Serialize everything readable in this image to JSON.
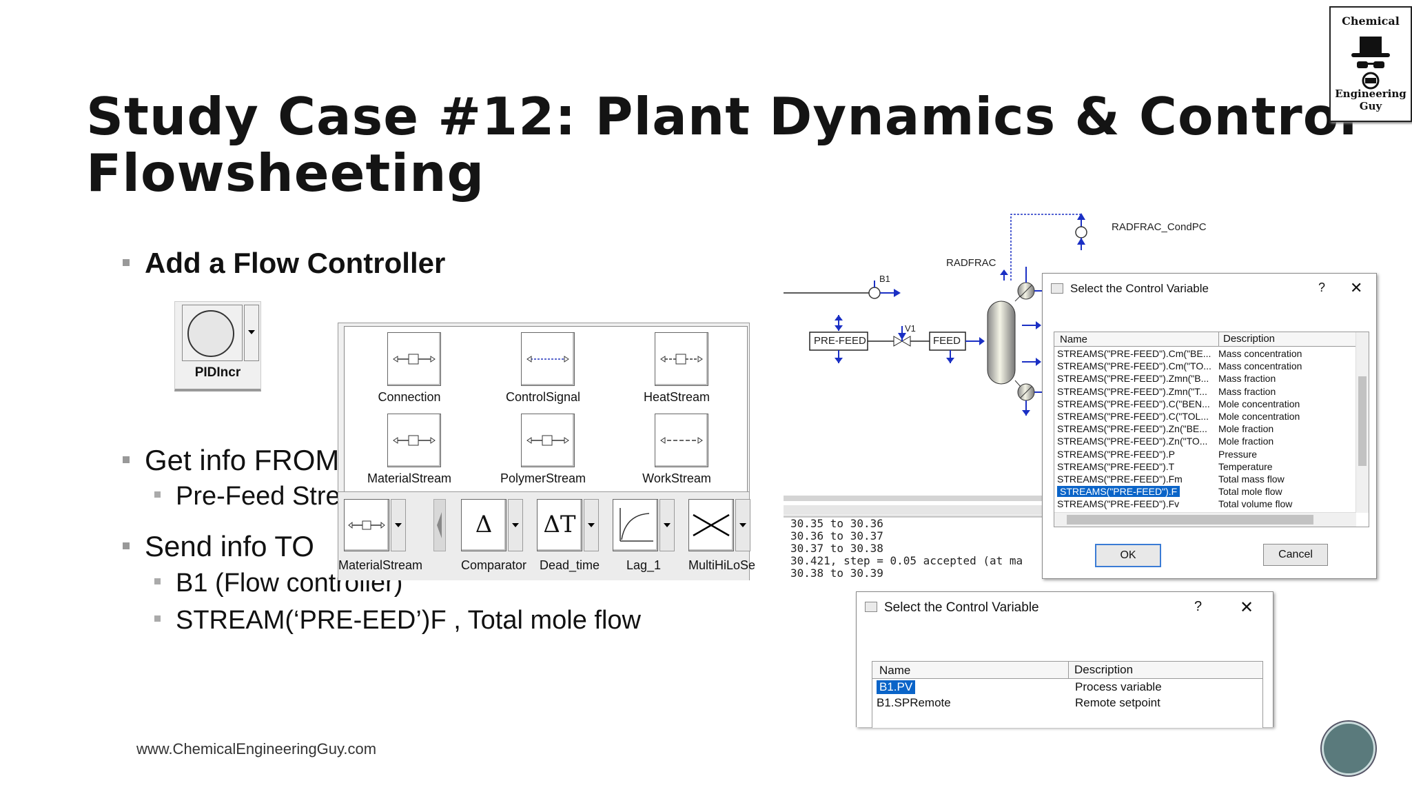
{
  "slide": {
    "title_line1": "Study Case #12: Plant Dynamics & Control",
    "title_line2": "Flowsheeting",
    "logo": {
      "top": "Chemical",
      "bottom": "Engineering Guy"
    },
    "bullets": {
      "b1": "Add a Flow Controller",
      "b2": "Get info FROM",
      "b2_sub": "Pre-Feed Stre",
      "b3": "Send info TO",
      "b3_sub1": "B1 (Flow controller)",
      "b3_sub2": "STREAM(‘PRE-EED’)F , Total mole flow"
    },
    "footer": "www.ChemicalEngineeringGuy.com"
  },
  "pid_tool": {
    "label": "PIDIncr"
  },
  "palette": {
    "streams": [
      "Connection",
      "ControlSignal",
      "HeatStream",
      "MaterialStream",
      "PolymerStream",
      "WorkStream"
    ],
    "models": [
      {
        "label": "MaterialStream",
        "symbol": ""
      },
      {
        "label": "Comparator",
        "symbol": "Δ"
      },
      {
        "label": "Dead_time",
        "symbol": "ΔT"
      },
      {
        "label": "Lag_1",
        "symbol": ""
      },
      {
        "label": "MultiHiLoSe",
        "symbol": ""
      }
    ]
  },
  "flowsheet": {
    "labels": {
      "radfrac_condpc": "RADFRAC_CondPC",
      "radfrac": "RADFRAC",
      "b1": "B1",
      "prefeed": "PRE-FEED",
      "v1": "V1",
      "feed": "FEED"
    }
  },
  "console": {
    "lines": [
      "30.35 to 30.36",
      "30.36 to 30.37",
      "30.37 to 30.38",
      "30.421, step = 0.05 accepted (at ma",
      "30.38 to 30.39"
    ]
  },
  "dialog_top": {
    "title": "Select the Control Variable",
    "help": "?",
    "close": "✕",
    "col_name": "Name",
    "col_desc": "Description",
    "rows": [
      {
        "name": "STREAMS(\"PRE-FEED\").Cm(\"BE...",
        "desc": "Mass concentration"
      },
      {
        "name": "STREAMS(\"PRE-FEED\").Cm(\"TO...",
        "desc": "Mass concentration"
      },
      {
        "name": "STREAMS(\"PRE-FEED\").Zmn(\"B...",
        "desc": "Mass fraction"
      },
      {
        "name": "STREAMS(\"PRE-FEED\").Zmn(\"T...",
        "desc": "Mass fraction"
      },
      {
        "name": "STREAMS(\"PRE-FEED\").C(\"BEN...",
        "desc": "Mole concentration"
      },
      {
        "name": "STREAMS(\"PRE-FEED\").C(\"TOL...",
        "desc": "Mole concentration"
      },
      {
        "name": "STREAMS(\"PRE-FEED\").Zn(\"BE...",
        "desc": "Mole fraction"
      },
      {
        "name": "STREAMS(\"PRE-FEED\").Zn(\"TO...",
        "desc": "Mole fraction"
      },
      {
        "name": "STREAMS(\"PRE-FEED\").P",
        "desc": "Pressure"
      },
      {
        "name": "STREAMS(\"PRE-FEED\").T",
        "desc": "Temperature"
      },
      {
        "name": "STREAMS(\"PRE-FEED\").Fm",
        "desc": "Total mass flow"
      },
      {
        "name": "STREAMS(\"PRE-FEED\").F",
        "desc": "Total mole flow"
      },
      {
        "name": "STREAMS(\"PRE-FEED\").Fv",
        "desc": "Total volume flow"
      }
    ],
    "ok": "OK",
    "cancel": "Cancel"
  },
  "dialog_bottom": {
    "title": "Select the Control Variable",
    "help": "?",
    "close": "✕",
    "col_name": "Name",
    "col_desc": "Description",
    "rows": [
      {
        "name": "B1.PV",
        "desc": "Process variable"
      },
      {
        "name": "B1.SPRemote",
        "desc": "Remote setpoint"
      }
    ]
  },
  "colors": {
    "flow_blue": "#1a2fc4",
    "selection": "#0a64c8"
  }
}
